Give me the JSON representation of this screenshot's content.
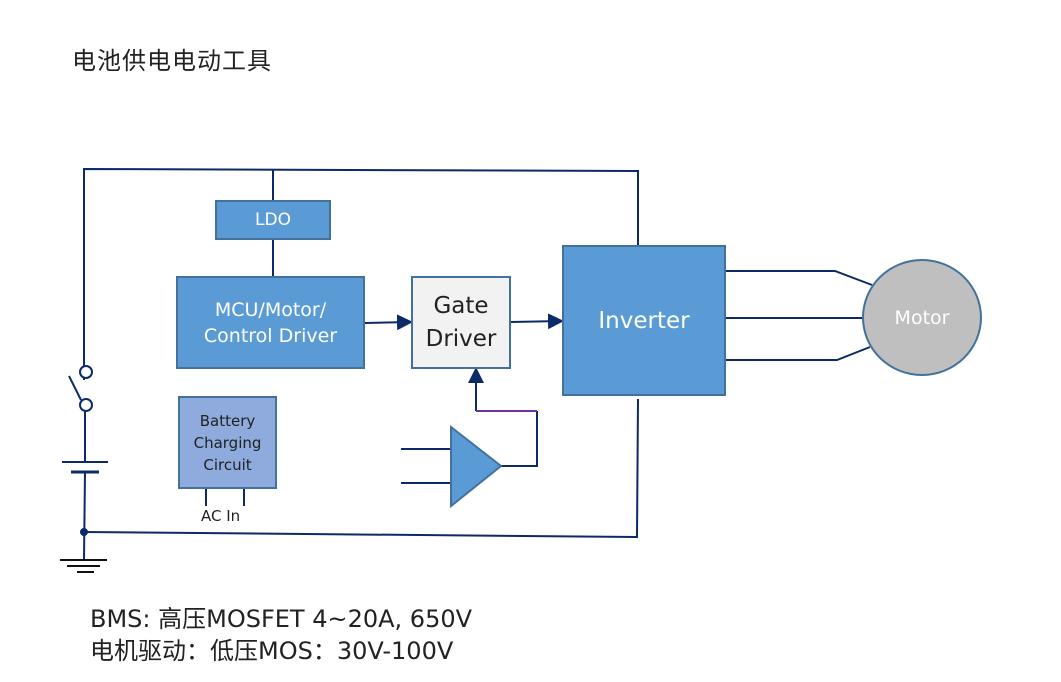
{
  "title": "电池供电电动工具",
  "blocks": {
    "ldo": "LDO",
    "mcu_line1": "MCU/Motor/",
    "mcu_line2": "Control Driver",
    "gate_line1": "Gate",
    "gate_line2": "Driver",
    "inverter": "Inverter",
    "battery_line1": "Battery",
    "battery_line2": "Charging",
    "battery_line3": "Circuit",
    "motor": "Motor",
    "ac_in": "AC In"
  },
  "colors": {
    "block_blue": "#5b9bd5",
    "block_border": "#41719c",
    "gate_fill": "#f2f2f2",
    "charging_fill": "#8faadc",
    "motor_fill": "#bfbfbf",
    "wire": "#0b2a66",
    "feedback_wire": "#7030a0"
  },
  "notes": [
    "BMS: 高压MOSFET 4~20A, 650V",
    "电机驱动：低压MOS：30V-100V"
  ]
}
